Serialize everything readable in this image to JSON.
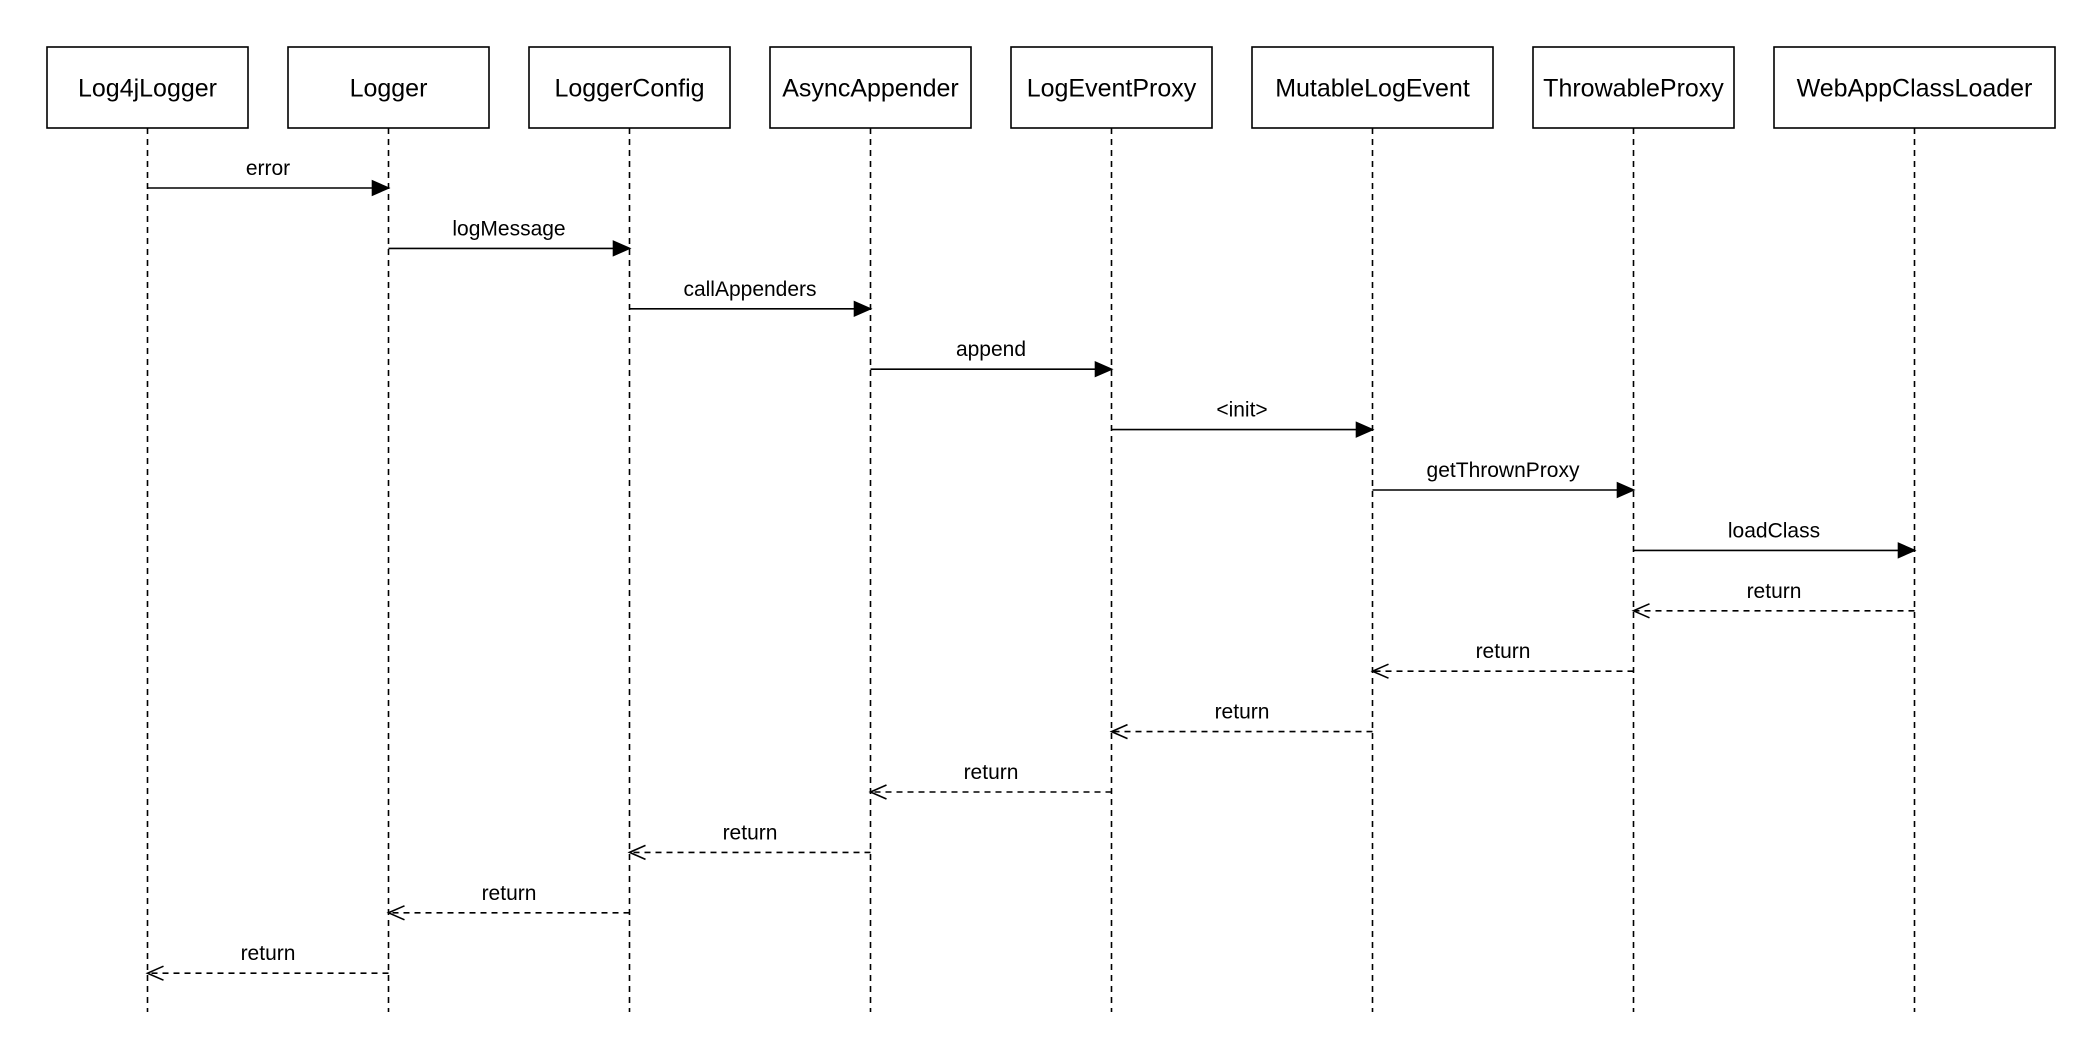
{
  "participants": [
    {
      "id": "log4jlogger",
      "label": "Log4jLogger"
    },
    {
      "id": "logger",
      "label": "Logger"
    },
    {
      "id": "loggerconfig",
      "label": "LoggerConfig"
    },
    {
      "id": "asyncappender",
      "label": "AsyncAppender"
    },
    {
      "id": "logeventproxy",
      "label": "LogEventProxy"
    },
    {
      "id": "mutablelogevent",
      "label": "MutableLogEvent"
    },
    {
      "id": "throwableproxy",
      "label": "ThrowableProxy"
    },
    {
      "id": "webappclassloader",
      "label": "WebAppClassLoader"
    }
  ],
  "messages": [
    {
      "from": "log4jlogger",
      "to": "logger",
      "label": "error",
      "kind": "sync"
    },
    {
      "from": "logger",
      "to": "loggerconfig",
      "label": "logMessage",
      "kind": "sync"
    },
    {
      "from": "loggerconfig",
      "to": "asyncappender",
      "label": "callAppenders",
      "kind": "sync"
    },
    {
      "from": "asyncappender",
      "to": "logeventproxy",
      "label": "append",
      "kind": "sync"
    },
    {
      "from": "logeventproxy",
      "to": "mutablelogevent",
      "label": "<init>",
      "kind": "sync"
    },
    {
      "from": "mutablelogevent",
      "to": "throwableproxy",
      "label": "getThrownProxy",
      "kind": "sync"
    },
    {
      "from": "throwableproxy",
      "to": "webappclassloader",
      "label": "loadClass",
      "kind": "sync"
    },
    {
      "from": "webappclassloader",
      "to": "throwableproxy",
      "label": "return",
      "kind": "reply"
    },
    {
      "from": "throwableproxy",
      "to": "mutablelogevent",
      "label": "return",
      "kind": "reply"
    },
    {
      "from": "mutablelogevent",
      "to": "logeventproxy",
      "label": "return",
      "kind": "reply"
    },
    {
      "from": "logeventproxy",
      "to": "asyncappender",
      "label": "return",
      "kind": "reply"
    },
    {
      "from": "asyncappender",
      "to": "loggerconfig",
      "label": "return",
      "kind": "reply"
    },
    {
      "from": "loggerconfig",
      "to": "logger",
      "label": "return",
      "kind": "reply"
    },
    {
      "from": "logger",
      "to": "log4jlogger",
      "label": "return",
      "kind": "reply"
    }
  ]
}
